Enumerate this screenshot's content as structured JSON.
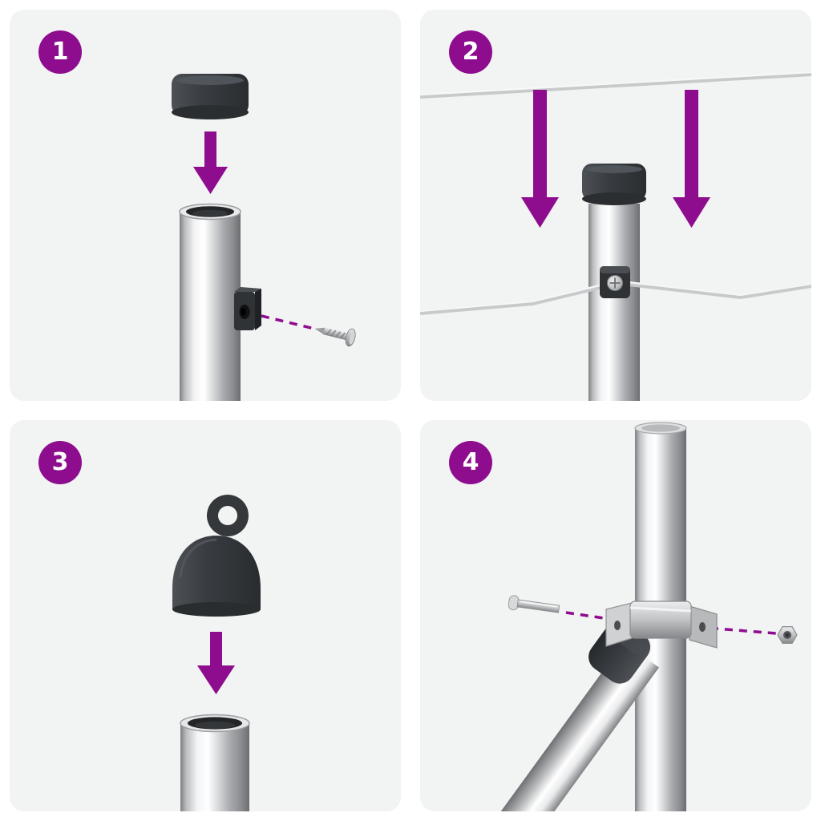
{
  "colors": {
    "accent": "#8E0C8E",
    "panel_background": "#F2F3F3",
    "page_background": "#FFFFFF",
    "plastic_part_dark": "#33373A",
    "metal_highlight": "#FFFFFF",
    "metal_shadow": "#6F7174"
  },
  "steps": [
    {
      "number": "1",
      "icons": [
        "step-number-badge",
        "post-cap-icon",
        "down-arrow-icon",
        "open-pole-icon",
        "wire-holder-icon",
        "guide-dash-line",
        "screw-icon"
      ]
    },
    {
      "number": "2",
      "icons": [
        "step-number-badge",
        "top-wire-icon",
        "down-arrow-icon",
        "down-arrow-icon",
        "capped-pole-icon",
        "tension-wire-icon",
        "wire-holder-screwed-icon"
      ]
    },
    {
      "number": "3",
      "icons": [
        "step-number-badge",
        "eyelet-cap-icon",
        "down-arrow-icon",
        "open-tube-icon"
      ]
    },
    {
      "number": "4",
      "icons": [
        "step-number-badge",
        "vertical-pole-icon",
        "brace-pole-icon",
        "brace-cap-icon",
        "pole-clamp-icon",
        "bolt-icon",
        "nut-icon",
        "guide-dash-line"
      ]
    }
  ]
}
